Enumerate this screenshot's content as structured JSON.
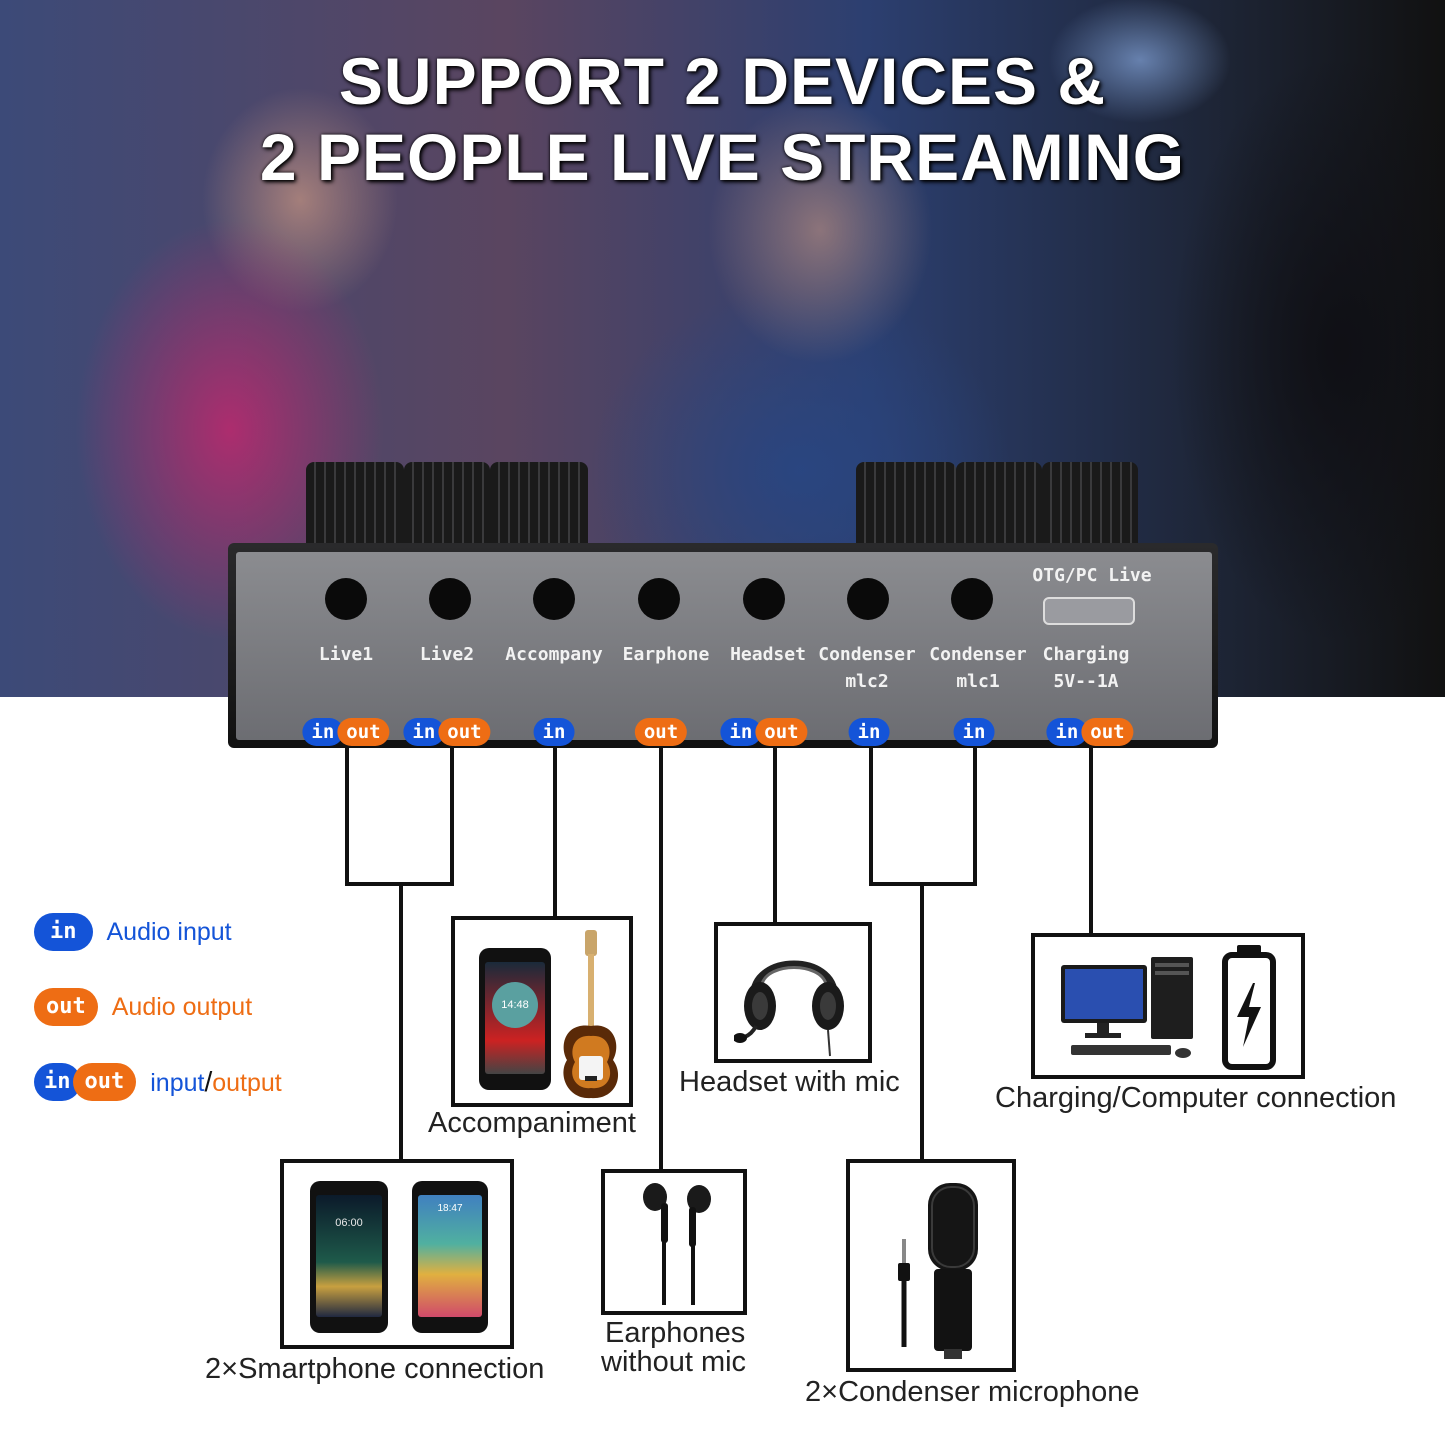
{
  "title": {
    "line1": "SUPPORT 2 DEVICES &",
    "line2": "2 PEOPLE LIVE STREAMING"
  },
  "ports": [
    {
      "label": "Live1",
      "tag": "in out"
    },
    {
      "label": "Live2",
      "tag": "in out"
    },
    {
      "label": "Accompany",
      "tag": "in"
    },
    {
      "label": "Earphone",
      "tag": "out"
    },
    {
      "label": "Headset",
      "tag": "in out"
    },
    {
      "label": "Condenser\nmlc2",
      "tag": "in"
    },
    {
      "label": "Condenser\nmlc1",
      "tag": "in"
    },
    {
      "label": "Charging\n5V--1A",
      "tag": "in out"
    }
  ],
  "port_labels": {
    "live1": "Live1",
    "live2": "Live2",
    "accompany": "Accompany",
    "earphone": "Earphone",
    "headset": "Headset",
    "condenser2_a": "Condenser",
    "condenser2_b": "mlc2",
    "condenser1_a": "Condenser",
    "condenser1_b": "mlc1",
    "charging_a": "Charging",
    "charging_b": "5V--1A",
    "otg": "OTG/PC Live"
  },
  "badge_text": {
    "in": "in",
    "out": "out"
  },
  "legend": {
    "in_label": "Audio input",
    "out_label": "Audio output",
    "inout_label_a": "input",
    "inout_sep": "/",
    "inout_label_b": "output"
  },
  "captions": {
    "accompaniment": "Accompaniment",
    "headset": "Headset with mic",
    "charging": "Charging/Computer connection",
    "smartphone": "2×Smartphone connection",
    "earphones_a": "Earphones",
    "earphones_b": "without mic",
    "condenser": "2×Condenser microphone"
  },
  "phone_screens": {
    "clock_a": "14:48",
    "clock_b": "06:00",
    "clock_c": "18:47"
  },
  "colors": {
    "in": "#1454d8",
    "out": "#ee6d14",
    "wire": "#111111"
  }
}
